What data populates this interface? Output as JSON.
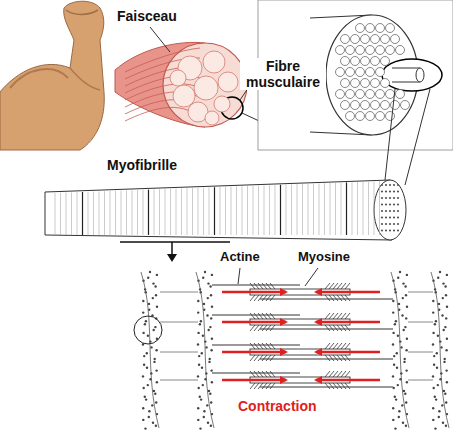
{
  "diagram": {
    "labels": [
      "Faisceau",
      "Fibre musculaire",
      "Myofibrille",
      "Actine",
      "Myosine",
      "Contraction"
    ]
  }
}
